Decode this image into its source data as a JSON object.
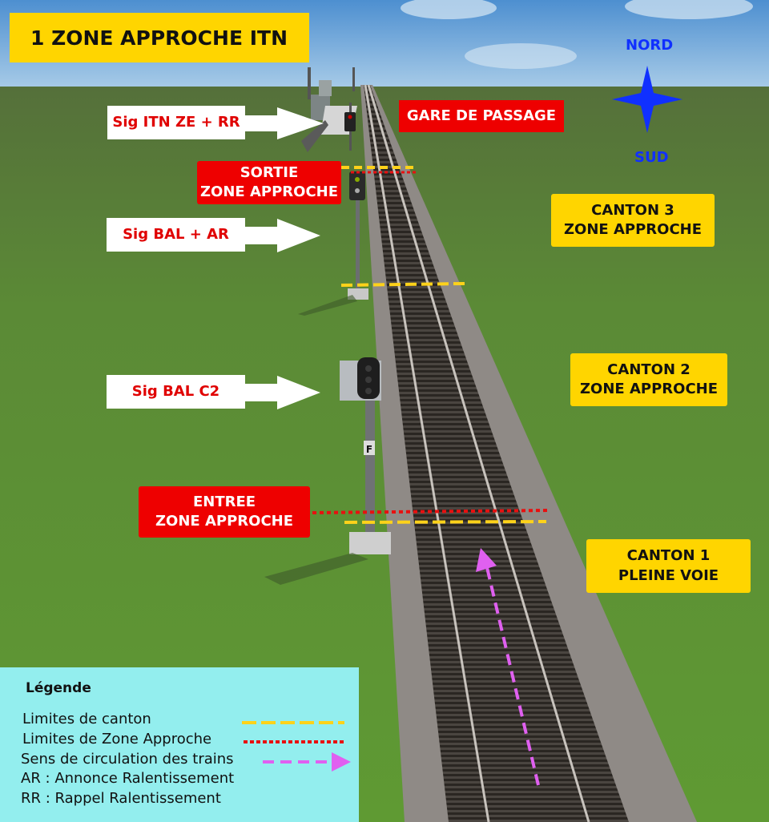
{
  "title": "1 ZONE APPROCHE ITN",
  "compass": {
    "north": "NORD",
    "south": "SUD"
  },
  "station_label": "GARE DE PASSAGE",
  "signals": {
    "itn": "Sig ITN ZE + RR",
    "bal_ar": "Sig BAL + AR",
    "bal_c2": "Sig BAL C2"
  },
  "zone_markers": {
    "exit": [
      "SORTIE",
      "ZONE APPROCHE"
    ],
    "entry": [
      "ENTREE",
      "ZONE APPROCHE"
    ]
  },
  "cantons": [
    {
      "line1": "CANTON 3",
      "line2": "ZONE APPROCHE"
    },
    {
      "line1": "CANTON 2",
      "line2": "ZONE APPROCHE"
    },
    {
      "line1": "CANTON 1",
      "line2": "PLEINE VOIE"
    }
  ],
  "legend": {
    "title": "Légende",
    "canton_limits": "Limites de canton",
    "approach_limits": "Limites de Zone Approche",
    "direction": "Sens de circulation des trains",
    "ar": "AR : Annonce Ralentissement",
    "rr": "RR : Rappel Ralentissement"
  },
  "colors": {
    "canton_limit": "#ffd21a",
    "approach_limit": "#e81010",
    "direction_arrow": "#e060f0",
    "compass": "#1030ff"
  }
}
